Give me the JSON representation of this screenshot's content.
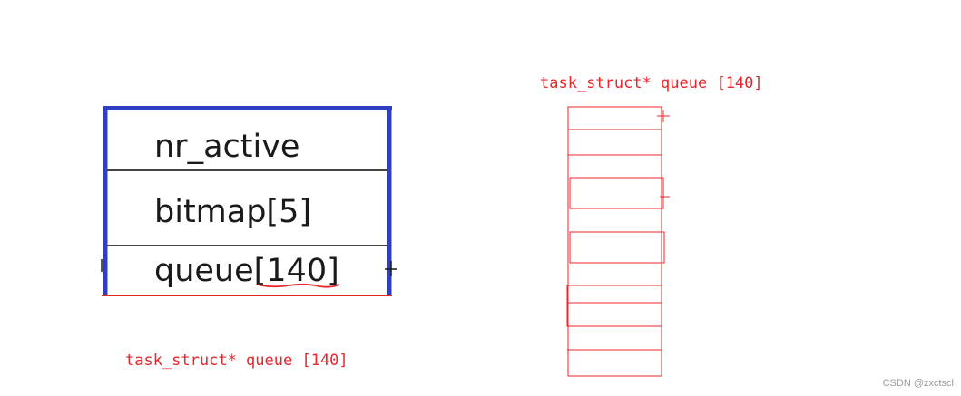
{
  "struct_box": {
    "fields": [
      "nr_active",
      "bitmap[5]",
      "queue[140]"
    ]
  },
  "labels": {
    "left_caption": "task_struct* queue [140]",
    "right_caption": "task_struct* queue [140]"
  },
  "watermark": "CSDN @zxctscl",
  "colors": {
    "struct_border": "#2f3fc4",
    "divider": "#444444",
    "red": "#e8262b",
    "text": "#1a1a1a"
  }
}
